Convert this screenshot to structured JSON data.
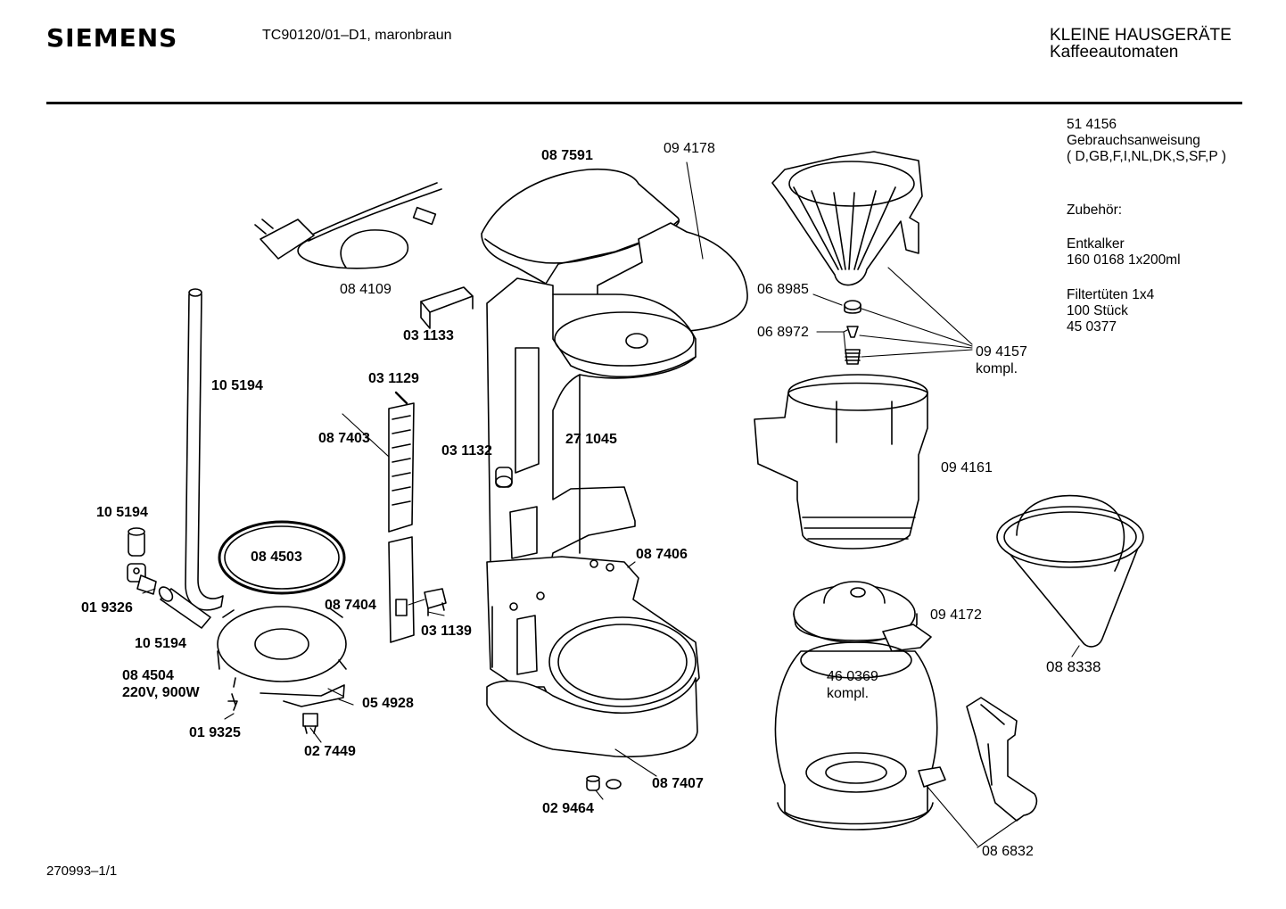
{
  "header": {
    "brand": "SIEMENS",
    "model": "TC90120/01–D1, maronbraun",
    "category_line1": "KLEINE HAUSGERÄTE",
    "category_line2": "Kaffeeautomaten"
  },
  "info": {
    "manual_number": "51  4156",
    "manual_title": "Gebrauchsanweisung",
    "manual_langs": "( D,GB,F,I,NL,DK,S,SF,P )",
    "accessories_heading": "Zubehör:",
    "descaler_label": "Entkalker",
    "descaler_code": "160 0168 1x200ml",
    "filter_label": "Filtertüten 1x4",
    "filter_qty": "100 Stück",
    "filter_code": "45 0377"
  },
  "parts": {
    "p087591": "08 7591",
    "p094178": "09 4178",
    "p084109": "08 4109",
    "p031133": "03 1133",
    "p105194_tube": "10 5194",
    "p031129": "03 1129",
    "p087403": "08 7403",
    "p031132": "03 1132",
    "p271045": "27 1045",
    "p068985": "06 8985",
    "p068972": "06 8972",
    "p094157": "09 4157",
    "p094157_note": "kompl.",
    "p094161": "09 4161",
    "p105194_a": "10 5194",
    "p084503": "08 4503",
    "p087404": "08 7404",
    "p087406": "08 7406",
    "p019326": "01 9326",
    "p031139": "03 1139",
    "p105194_b": "10 5194",
    "p084504": "08 4504",
    "p084504_rating": "220V, 900W",
    "p054928": "05 4928",
    "p019325": "01 9325",
    "p027449": "02 7449",
    "p094172": "09 4172",
    "p460369": "46 0369",
    "p460369_note": "kompl.",
    "p088338": "08 8338",
    "p087407": "08 7407",
    "p029464": "02 9464",
    "p086832": "08 6832"
  },
  "footer": {
    "drawing_ref": "270993–1/1"
  }
}
